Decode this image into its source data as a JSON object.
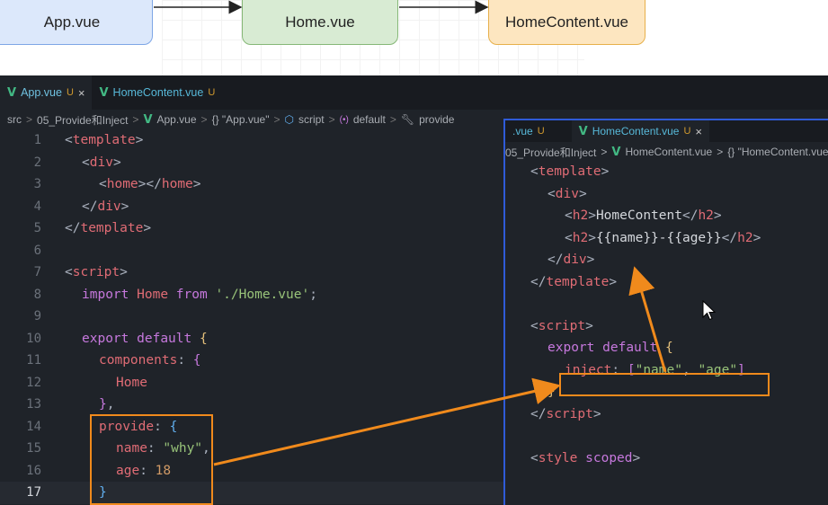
{
  "diagram": {
    "boxes": [
      {
        "label": "App.vue"
      },
      {
        "label": "Home.vue"
      },
      {
        "label": "HomeContent.vue"
      }
    ],
    "colors": {
      "app_fill": "#dce8fb",
      "home_fill": "#d8ebd3",
      "homecontent_fill": "#fde6c0",
      "arrow": "#222222"
    }
  },
  "editor": {
    "tabs": [
      {
        "icon": "vue-icon",
        "label": "App.vue",
        "status": "U",
        "close": "×"
      },
      {
        "icon": "vue-icon",
        "label": "HomeContent.vue",
        "status": "U"
      }
    ],
    "breadcrumb": {
      "items": [
        "src",
        "05_Provide和Inject",
        "App.vue",
        "{} \"App.vue\"",
        "script",
        "default",
        "provide"
      ],
      "separator": ">"
    },
    "line_numbers": [
      "1",
      "2",
      "3",
      "4",
      "5",
      "6",
      "7",
      "8",
      "9",
      "10",
      "11",
      "12",
      "13",
      "14",
      "15",
      "16",
      "17"
    ],
    "current_line": "17",
    "right_pane": {
      "tabs": [
        {
          "label": ".vue",
          "status": "U"
        },
        {
          "icon": "vue-icon",
          "label": "HomeContent.vue",
          "status": "U",
          "close": "×"
        }
      ],
      "breadcrumb": {
        "items": [
          "05_Provide和Inject",
          "HomeContent.vue",
          "{} \"HomeContent.vue"
        ],
        "separator": ">"
      }
    }
  },
  "code_left": {
    "l1": {
      "a": "<",
      "b": "template",
      "c": ">"
    },
    "l2": {
      "a": "<",
      "b": "div",
      "c": ">"
    },
    "l3": {
      "a": "<",
      "b": "home",
      "c": "></",
      "d": "home",
      "e": ">"
    },
    "l4": {
      "a": "</",
      "b": "div",
      "c": ">"
    },
    "l5": {
      "a": "</",
      "b": "template",
      "c": ">"
    },
    "l7": {
      "a": "<",
      "b": "script",
      "c": ">"
    },
    "l8": {
      "kw": "import",
      "id": "Home",
      "from": "from",
      "str": "'./Home.vue'",
      "end": ";"
    },
    "l10": {
      "kw1": "export",
      "kw2": "default",
      "brace": "{"
    },
    "l11": {
      "key": "components",
      "colon": ":",
      "brace": "{"
    },
    "l12": {
      "id": "Home"
    },
    "l13": {
      "brace": "}",
      "comma": ","
    },
    "l14": {
      "key": "provide",
      "colon": ":",
      "brace": "{"
    },
    "l15": {
      "key": "name",
      "colon": ":",
      "str": "\"why\"",
      "comma": ","
    },
    "l16": {
      "key": "age",
      "colon": ":",
      "num": "18"
    },
    "l17": {
      "brace": "}"
    }
  },
  "code_right": {
    "r1": {
      "a": "<",
      "b": "template",
      "c": ">"
    },
    "r2": {
      "a": "<",
      "b": "div",
      "c": ">"
    },
    "r3": {
      "a": "<",
      "b": "h2",
      "c": ">",
      "text": "HomeContent",
      "d": "</",
      "e": "h2",
      "f": ">"
    },
    "r4": {
      "a": "<",
      "b": "h2",
      "c": ">",
      "text": "{{name}}-{{age}}",
      "d": "</",
      "e": "h2",
      "f": ">"
    },
    "r5": {
      "a": "</",
      "b": "div",
      "c": ">"
    },
    "r6": {
      "a": "</",
      "b": "template",
      "c": ">"
    },
    "r8": {
      "a": "<",
      "b": "script",
      "c": ">"
    },
    "r9": {
      "kw1": "export",
      "kw2": "default",
      "brace": "{"
    },
    "r10": {
      "key": "inject",
      "colon": ":",
      "ob": "[",
      "s1": "\"name\"",
      "comma": ",",
      "s2": "\"age\"",
      "cb": "]"
    },
    "r11": {
      "brace": "}"
    },
    "r12": {
      "a": "</",
      "b": "script",
      "c": ">"
    },
    "r14": {
      "a": "<",
      "b": "style",
      "attr": "scoped",
      "c": ">"
    }
  },
  "annotation": {
    "highlight_color": "#f08a1c"
  }
}
